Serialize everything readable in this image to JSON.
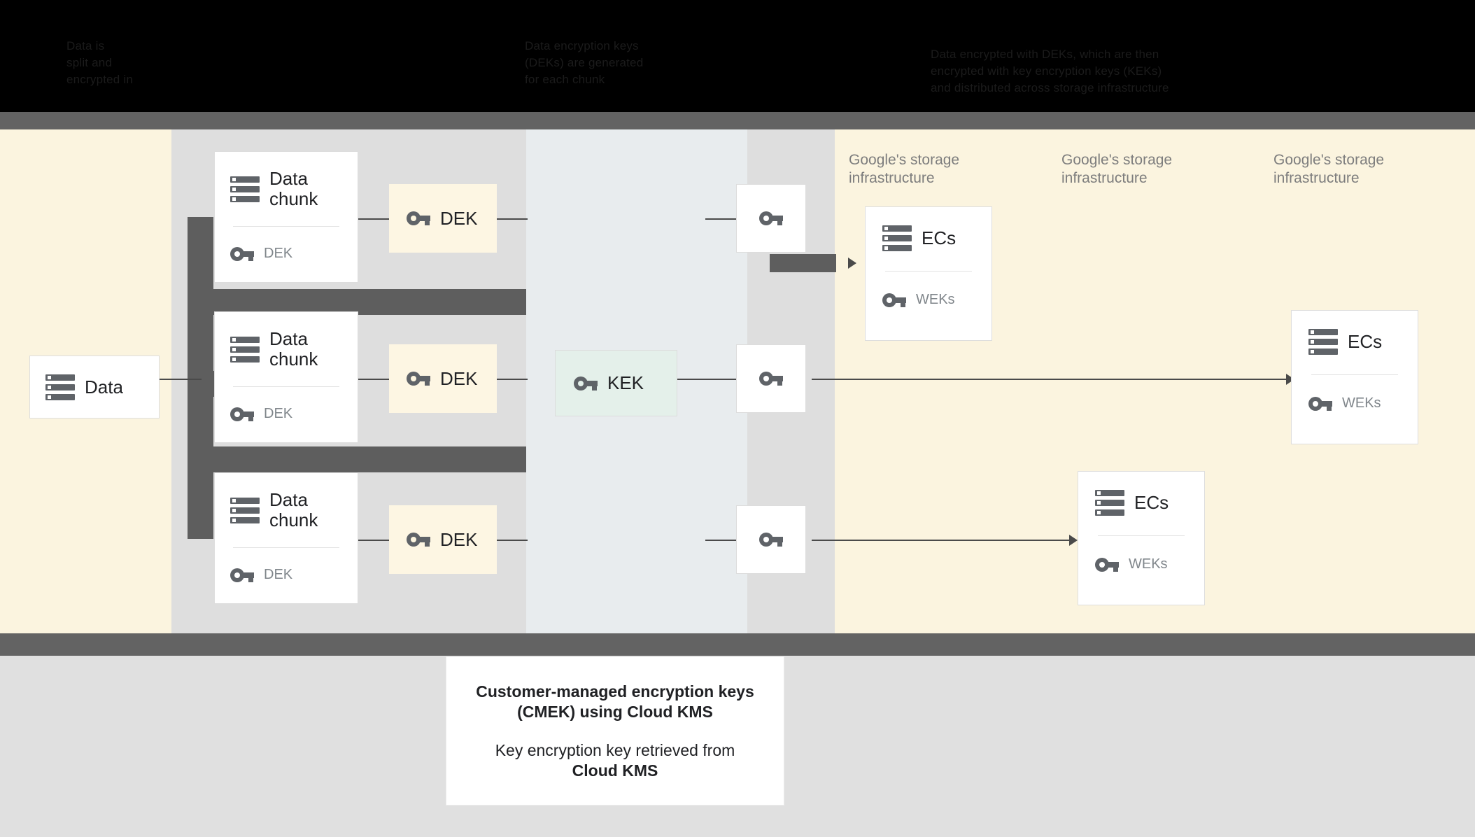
{
  "banner": {
    "text_left": "Data is\nsplit and\nencrypted in",
    "text_mid": "Data encryption keys\n(DEKs) are generated\nfor each chunk",
    "text_right": "Data encrypted with DEKs, which are then\nencrypted with key encryption keys (KEKs)\nand distributed across storage infrastructure"
  },
  "columns": [
    {
      "label": "Google's storage\ninfrastructure"
    },
    {
      "label": "Google's storage\ninfrastructure"
    },
    {
      "label": "Google's storage\ninfrastructure"
    }
  ],
  "nodes": {
    "data": {
      "label": "Data",
      "icon": "storage-stack-icon"
    },
    "chunks": [
      {
        "title": "Data\nchunk",
        "key_label": "DEK",
        "icon": "storage-stack-icon",
        "key_icon": "key-icon"
      },
      {
        "title": "Data\nchunk",
        "key_label": "DEK",
        "icon": "storage-stack-icon",
        "key_icon": "key-icon"
      },
      {
        "title": "Data\nchunk",
        "key_label": "DEK",
        "icon": "storage-stack-icon",
        "key_icon": "key-icon"
      }
    ],
    "deks": [
      {
        "label": "DEK",
        "icon": "key-icon"
      },
      {
        "label": "DEK",
        "icon": "key-icon"
      },
      {
        "label": "DEK",
        "icon": "key-icon"
      }
    ],
    "kek": {
      "label": "KEK",
      "icon": "key-icon"
    },
    "weks": [
      {
        "icon": "key-icon"
      },
      {
        "icon": "key-icon"
      },
      {
        "icon": "key-icon"
      }
    ],
    "ecs": [
      {
        "title": "ECs",
        "key_label": "WEKs",
        "icon": "storage-stack-icon",
        "key_icon": "key-icon"
      },
      {
        "title": "ECs",
        "key_label": "WEKs",
        "icon": "storage-stack-icon",
        "key_icon": "key-icon"
      },
      {
        "title": "ECs",
        "key_label": "WEKs",
        "icon": "storage-stack-icon",
        "key_icon": "key-icon"
      }
    ]
  },
  "caption": {
    "line1": "Customer-managed encryption keys (CMEK) using Cloud KMS",
    "line2_prefix": "Key encryption key retrieved from ",
    "line2_bold": "Cloud KMS"
  },
  "colors": {
    "cream": "#fbf4df",
    "blue_gray": "#e8ecee",
    "grey_column": "#dedede",
    "dark_bar": "#5e5e5e",
    "mint": "#e4f0ea",
    "card_cream": "#fdf6e3",
    "icon_grey": "#5f6368",
    "label_grey": "#7d7d7d"
  }
}
